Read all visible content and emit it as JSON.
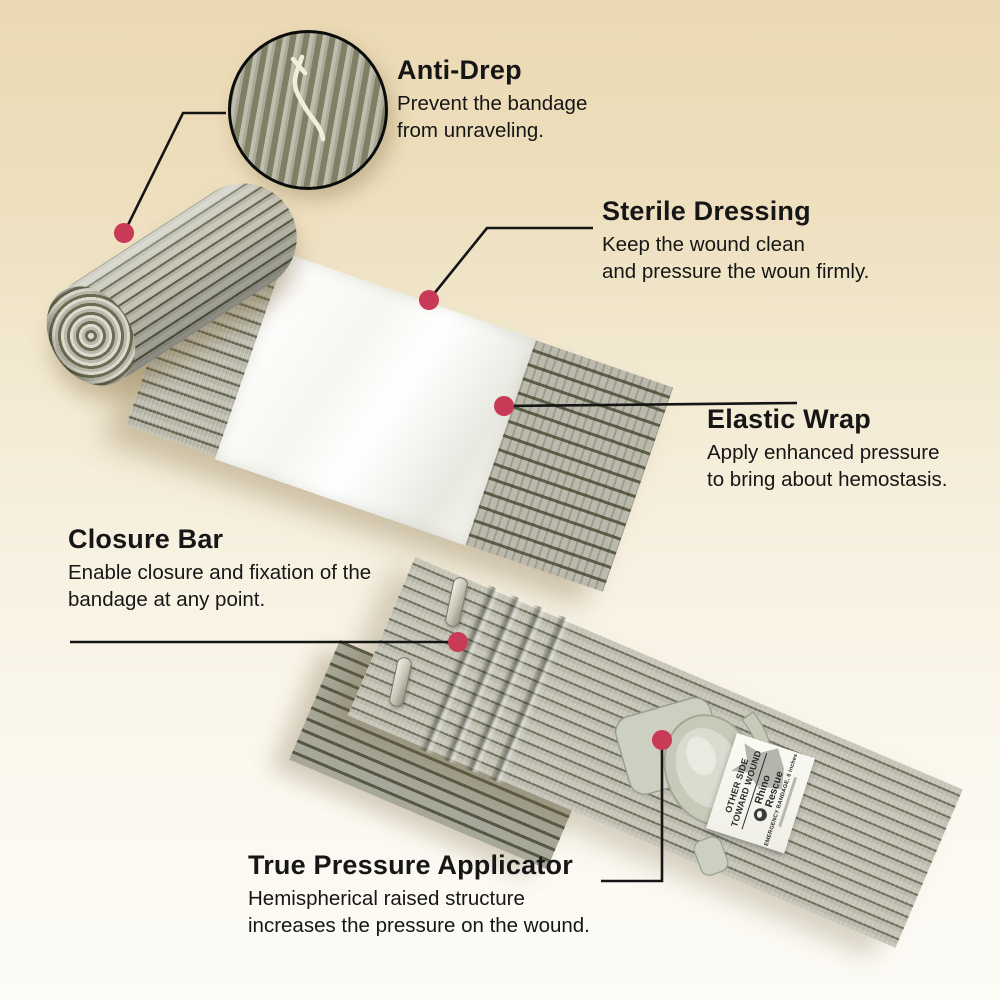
{
  "colors": {
    "accent": "#c93a56",
    "line": "#151515",
    "background_top": "#ebd9b4",
    "background_bottom": "#fcfbf6",
    "fabric_light": "#c3c2b4",
    "fabric_dark": "#60624a"
  },
  "callouts": [
    {
      "id": "anti-drep",
      "title": "Anti-Drep",
      "desc": "Prevent the bandage\nfrom unraveling."
    },
    {
      "id": "sterile-dressing",
      "title": "Sterile Dressing",
      "desc": "Keep the wound clean\nand pressure the woun firmly."
    },
    {
      "id": "elastic-wrap",
      "title": "Elastic Wrap",
      "desc": "Apply enhanced pressure\nto bring about hemostasis."
    },
    {
      "id": "closure-bar",
      "title": "Closure Bar",
      "desc": "Enable closure and fixation of the\nbandage at any point."
    },
    {
      "id": "true-pressure-applicator",
      "title": "True Pressure Applicator",
      "desc": "Hemispherical raised structure\nincreases the pressure on the wound."
    }
  ],
  "product_label": {
    "side_line1": "OTHER SIDE",
    "side_line2": "TOWARD WOUND",
    "brand": "Rhino\nRescue",
    "product_line": "EMERGENCY BANDAGE, 6 inches"
  }
}
